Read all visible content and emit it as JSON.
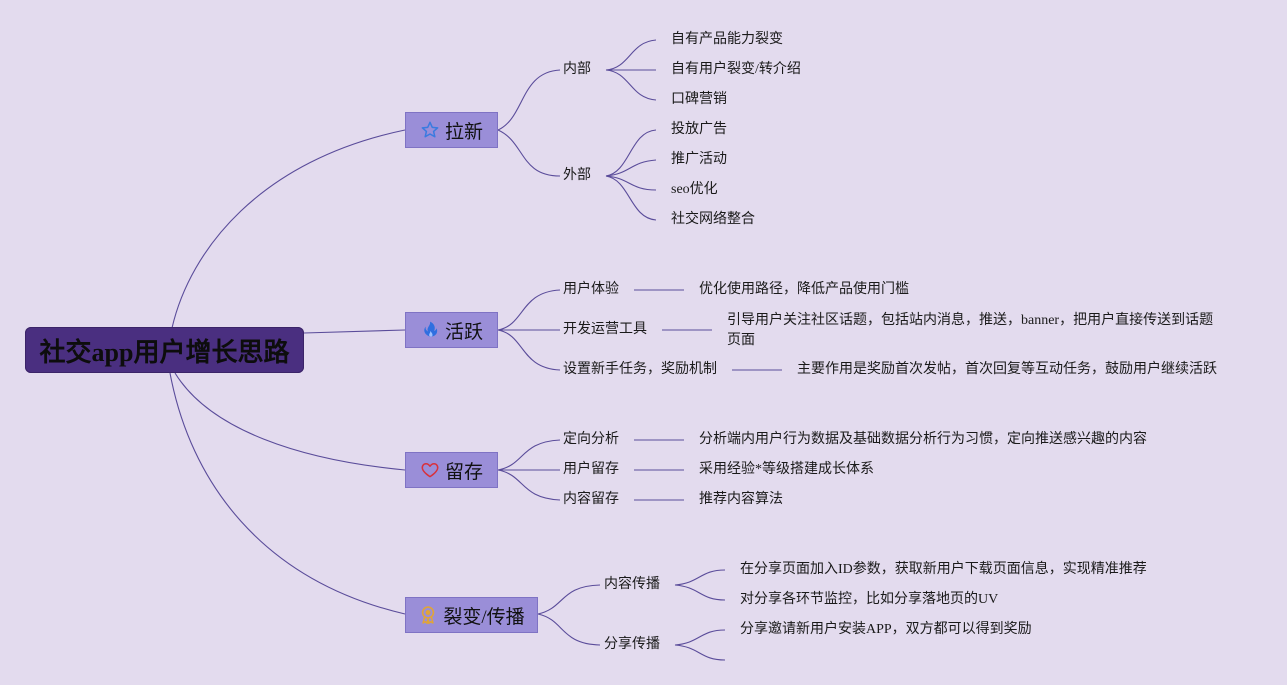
{
  "root": {
    "title": "社交app用户增长思路"
  },
  "branches": {
    "laxin": {
      "label": "拉新",
      "icon": "star-icon",
      "neibu": {
        "label": "内部",
        "items": [
          "自有产品能力裂变",
          "自有用户裂变/转介绍",
          "口碑营销"
        ]
      },
      "waibu": {
        "label": "外部",
        "items": [
          "投放广告",
          "推广活动",
          "seo优化",
          "社交网络整合"
        ]
      }
    },
    "huoyue": {
      "label": "活跃",
      "icon": "flame-icon",
      "items": [
        {
          "label": "用户体验",
          "detail": "优化使用路径，降低产品使用门槛"
        },
        {
          "label": "开发运营工具",
          "detail": "引导用户关注社区话题，包括站内消息，推送，banner，把用户直接传送到话题页面"
        },
        {
          "label": "设置新手任务，奖励机制",
          "detail": "主要作用是奖励首次发帖，首次回复等互动任务，鼓励用户继续活跃"
        }
      ]
    },
    "liucun": {
      "label": "留存",
      "icon": "heart-icon",
      "items": [
        {
          "label": "定向分析",
          "detail": "分析端内用户行为数据及基础数据分析行为习惯，定向推送感兴趣的内容"
        },
        {
          "label": "用户留存",
          "detail": "采用经验*等级搭建成长体系"
        },
        {
          "label": "内容留存",
          "detail": "推荐内容算法"
        }
      ]
    },
    "liebian": {
      "label": "裂变/传播",
      "icon": "badge-icon",
      "neirong": {
        "label": "内容传播",
        "items": [
          "在分享页面加入ID参数，获取新用户下载页面信息，实现精准推荐",
          "对分享各环节监控，比如分享落地页的UV"
        ]
      },
      "fenxiang": {
        "label": "分享传播",
        "items": [
          "分享邀请新用户安装APP，双方都可以得到奖励",
          ""
        ]
      }
    }
  },
  "colors": {
    "background": "#e3dbee",
    "root": "#4a2f80",
    "main_node": "#9a8ed8",
    "line": "#5a4c9a",
    "star": "#3a7be0",
    "flame": "#2f6fe0",
    "heart": "#d9303a",
    "badge": "#e0a43a"
  }
}
